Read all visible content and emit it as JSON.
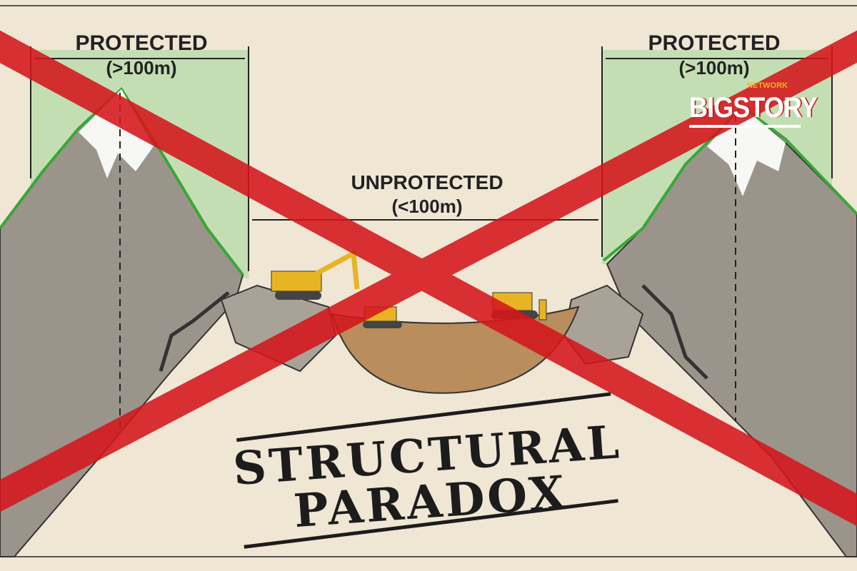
{
  "left_zone": {
    "label": "PROTECTED",
    "sub": "(>100m)"
  },
  "middle_zone": {
    "label": "UNPROTECTED",
    "sub": "(<100m)"
  },
  "right_zone": {
    "label": "PROTECTED",
    "sub": "(>100m)"
  },
  "stamp": {
    "line1": "STRUCTURAL",
    "line2": "PARADOX"
  },
  "logo": {
    "network": "NETWORK",
    "name": "BIGSTORY"
  },
  "colors": {
    "paper": "#efe6d4",
    "protected_zone": "#b9dcaa",
    "cross": "#d4161c",
    "ridge": "#3aa638",
    "rock": "#9b948a",
    "pit": "#b98d5c"
  }
}
